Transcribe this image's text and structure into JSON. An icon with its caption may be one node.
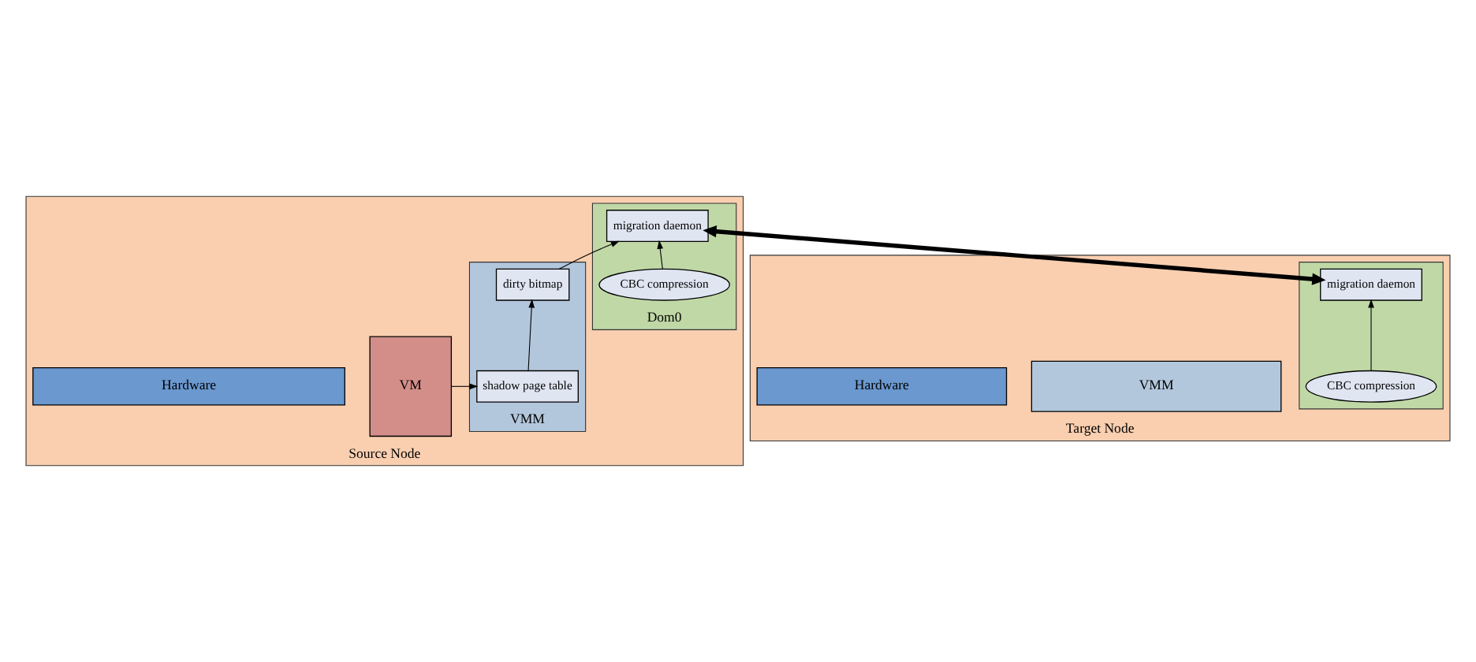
{
  "diagram": {
    "nodes": [
      {
        "text": [
          "Source Node"
        ]
      },
      {
        "text": [
          "Dom0"
        ],
        "in": 0
      },
      {
        "text": [
          "migration daemon"
        ],
        "in": 1
      },
      {
        "text": [
          "CBC compression"
        ],
        "in": 1
      },
      {
        "text": [
          "VM"
        ],
        "in": 0
      },
      {
        "text": [
          "VMM"
        ],
        "in": 0
      },
      {
        "text": [
          "dirty bitmap"
        ],
        "in": 5
      },
      {
        "text": [
          "shadow page table"
        ],
        "in": 5
      },
      {
        "text": [
          "Hardware"
        ],
        "in": 0
      },
      {
        "text": [
          "Target Node"
        ]
      },
      {
        "text": [],
        "shape": "box",
        "in": 9
      },
      {
        "text": [
          "migration daemon"
        ],
        "in": 10
      },
      {
        "text": [
          "CBC compression"
        ],
        "in": 10
      },
      {
        "text": [
          "VMM"
        ],
        "in": 9
      },
      {
        "text": [
          "Hardware"
        ],
        "in": 9
      }
    ],
    "edges": [
      {
        "from": 3,
        "to": 2,
        "arrow": "to"
      },
      {
        "from": 6,
        "to": 2,
        "arrow": "to"
      },
      {
        "from": 7,
        "to": 6,
        "arrow": "to"
      },
      {
        "from": 4,
        "to": 7,
        "arrow": "to"
      },
      {
        "from": 2,
        "to": 11,
        "arrow": "both",
        "style": "thick"
      },
      {
        "from": 12,
        "to": 11,
        "arrow": "to"
      }
    ]
  }
}
